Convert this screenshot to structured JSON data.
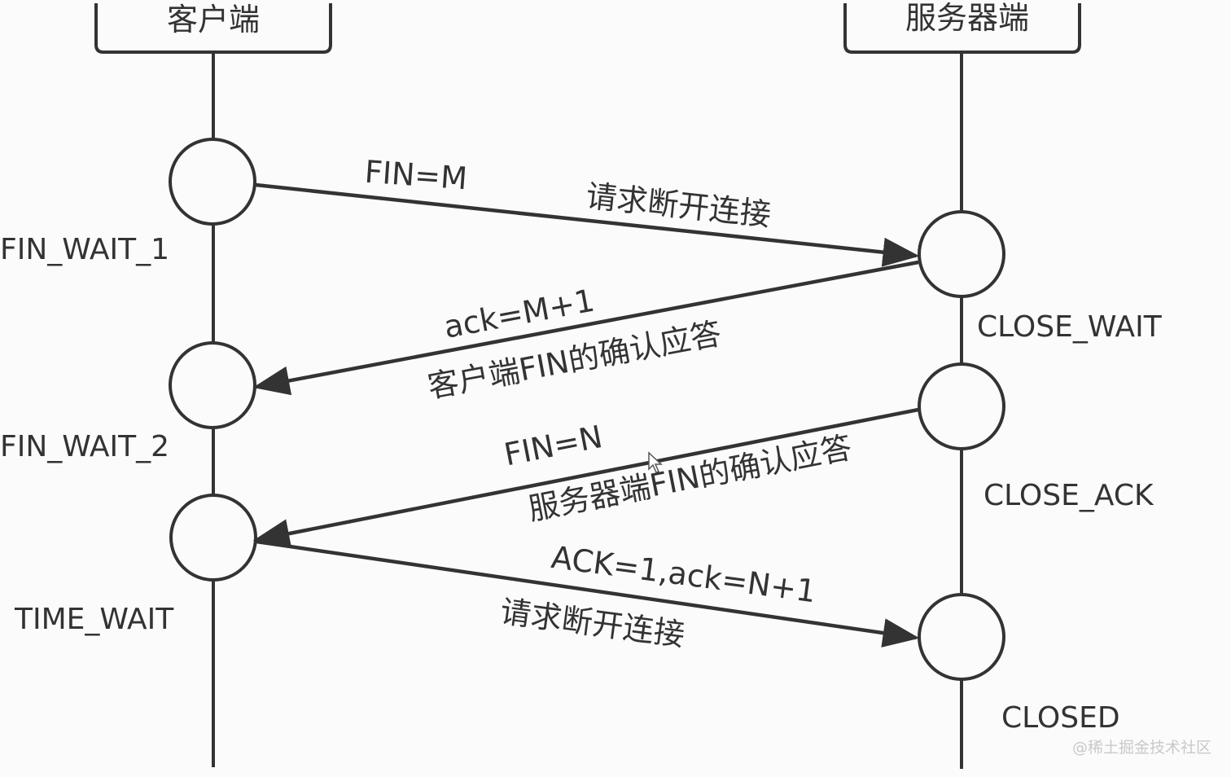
{
  "participants": {
    "client": "客户端",
    "server": "服务器端"
  },
  "client_states": [
    "FIN_WAIT_1",
    "FIN_WAIT_2",
    "TIME_WAIT"
  ],
  "server_states": [
    "CLOSE_WAIT",
    "CLOSE_ACK",
    "CLOSED"
  ],
  "messages": [
    {
      "label": "FIN=M",
      "desc": "请求断开连接"
    },
    {
      "label": "ack=M+1",
      "desc": "客户端FIN的确认应答"
    },
    {
      "label": "FIN=N",
      "desc": "服务器端FIN的确认应答"
    },
    {
      "label": "ACK=1,ack=N+1",
      "desc": "请求断开连接"
    }
  ],
  "watermark": "@稀土掘金技术社区",
  "colors": {
    "line": "#333333",
    "text": "#333333",
    "background": "#fbfbfb"
  }
}
